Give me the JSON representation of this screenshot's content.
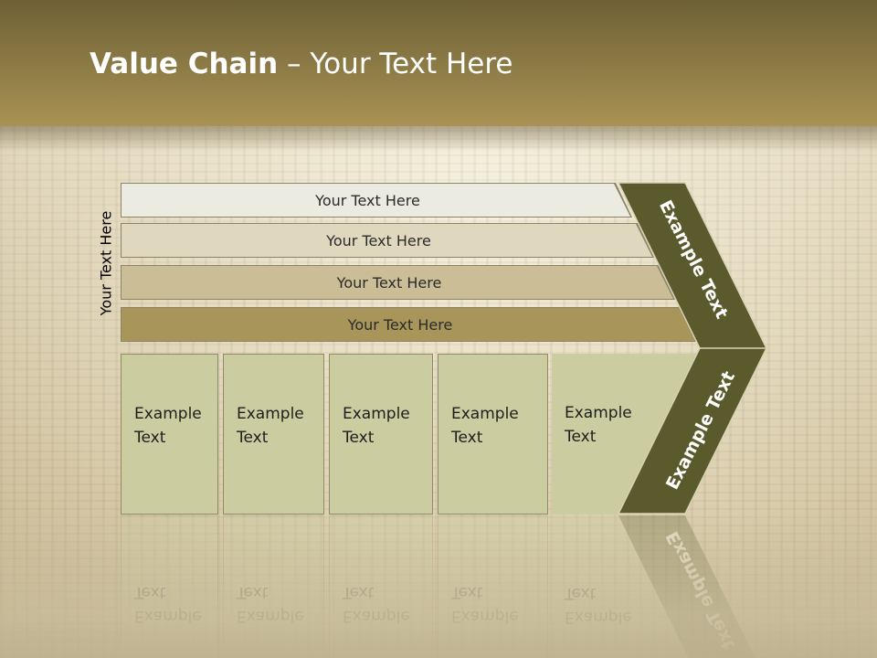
{
  "title": {
    "bold": "Value Chain",
    "rest": " – Your Text Here"
  },
  "side_label": "Your Text Here",
  "rows": [
    {
      "label": "Your Text Here",
      "color": "#ecebe1"
    },
    {
      "label": "Your Text Here",
      "color": "#e0d8be"
    },
    {
      "label": "Your Text Here",
      "color": "#cbbd95"
    },
    {
      "label": "Your Text Here",
      "color": "#a8955a"
    }
  ],
  "boxes": [
    {
      "line1": "Example",
      "line2": "Text"
    },
    {
      "line1": "Example",
      "line2": "Text"
    },
    {
      "line1": "Example",
      "line2": "Text"
    },
    {
      "line1": "Example",
      "line2": "Text"
    },
    {
      "line1": "Example",
      "line2": "Text"
    }
  ],
  "chevron": {
    "upper": "Example Text",
    "lower": "Example Text",
    "color": "#5a5a2c"
  },
  "colors": {
    "header": "#8e7c47",
    "box": "#cbcc9f"
  }
}
